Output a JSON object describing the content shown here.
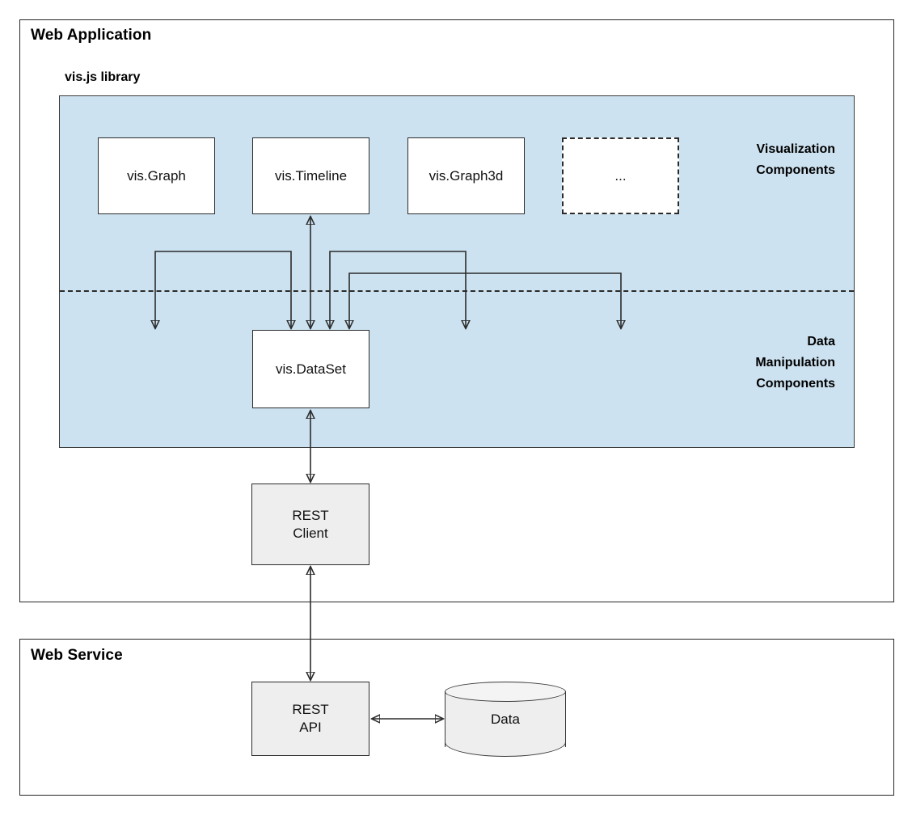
{
  "diagram": {
    "frames": {
      "web_application": "Web Application",
      "web_service": "Web Service"
    },
    "library_label": "vis.js library",
    "panel_labels": {
      "visualization": "Visualization\nComponents",
      "visualization_line1": "Visualization",
      "visualization_line2": "Components",
      "data_manipulation_line1": "Data",
      "data_manipulation_line2": "Manipulation",
      "data_manipulation_line3": "Components"
    },
    "nodes": {
      "vis_graph": "vis.Graph",
      "vis_timeline": "vis.Timeline",
      "vis_graph3d": "vis.Graph3d",
      "ellipsis": "...",
      "vis_dataset": "vis.DataSet",
      "rest_client_line1": "REST",
      "rest_client_line2": "Client",
      "rest_api_line1": "REST",
      "rest_api_line2": "API",
      "data_store": "Data"
    },
    "colors": {
      "panel_fill": "#cde2f0",
      "node_fill": "#ffffff",
      "node_gray_fill": "#eeeeee",
      "stroke": "#2b2b2b",
      "frame_stroke": "#262626"
    },
    "connections": [
      {
        "from": "vis.DataSet",
        "to": "vis.Graph",
        "style": "elbow",
        "arrows": "both"
      },
      {
        "from": "vis.DataSet",
        "to": "vis.Timeline",
        "style": "straight",
        "arrows": "both"
      },
      {
        "from": "vis.DataSet",
        "to": "vis.Graph3d",
        "style": "elbow",
        "arrows": "both"
      },
      {
        "from": "vis.DataSet",
        "to": "...",
        "style": "elbow",
        "arrows": "both"
      },
      {
        "from": "vis.DataSet",
        "to": "REST Client",
        "style": "straight",
        "arrows": "both"
      },
      {
        "from": "REST Client",
        "to": "REST API",
        "style": "straight",
        "arrows": "both"
      },
      {
        "from": "REST API",
        "to": "Data",
        "style": "straight",
        "arrows": "both"
      }
    ]
  }
}
